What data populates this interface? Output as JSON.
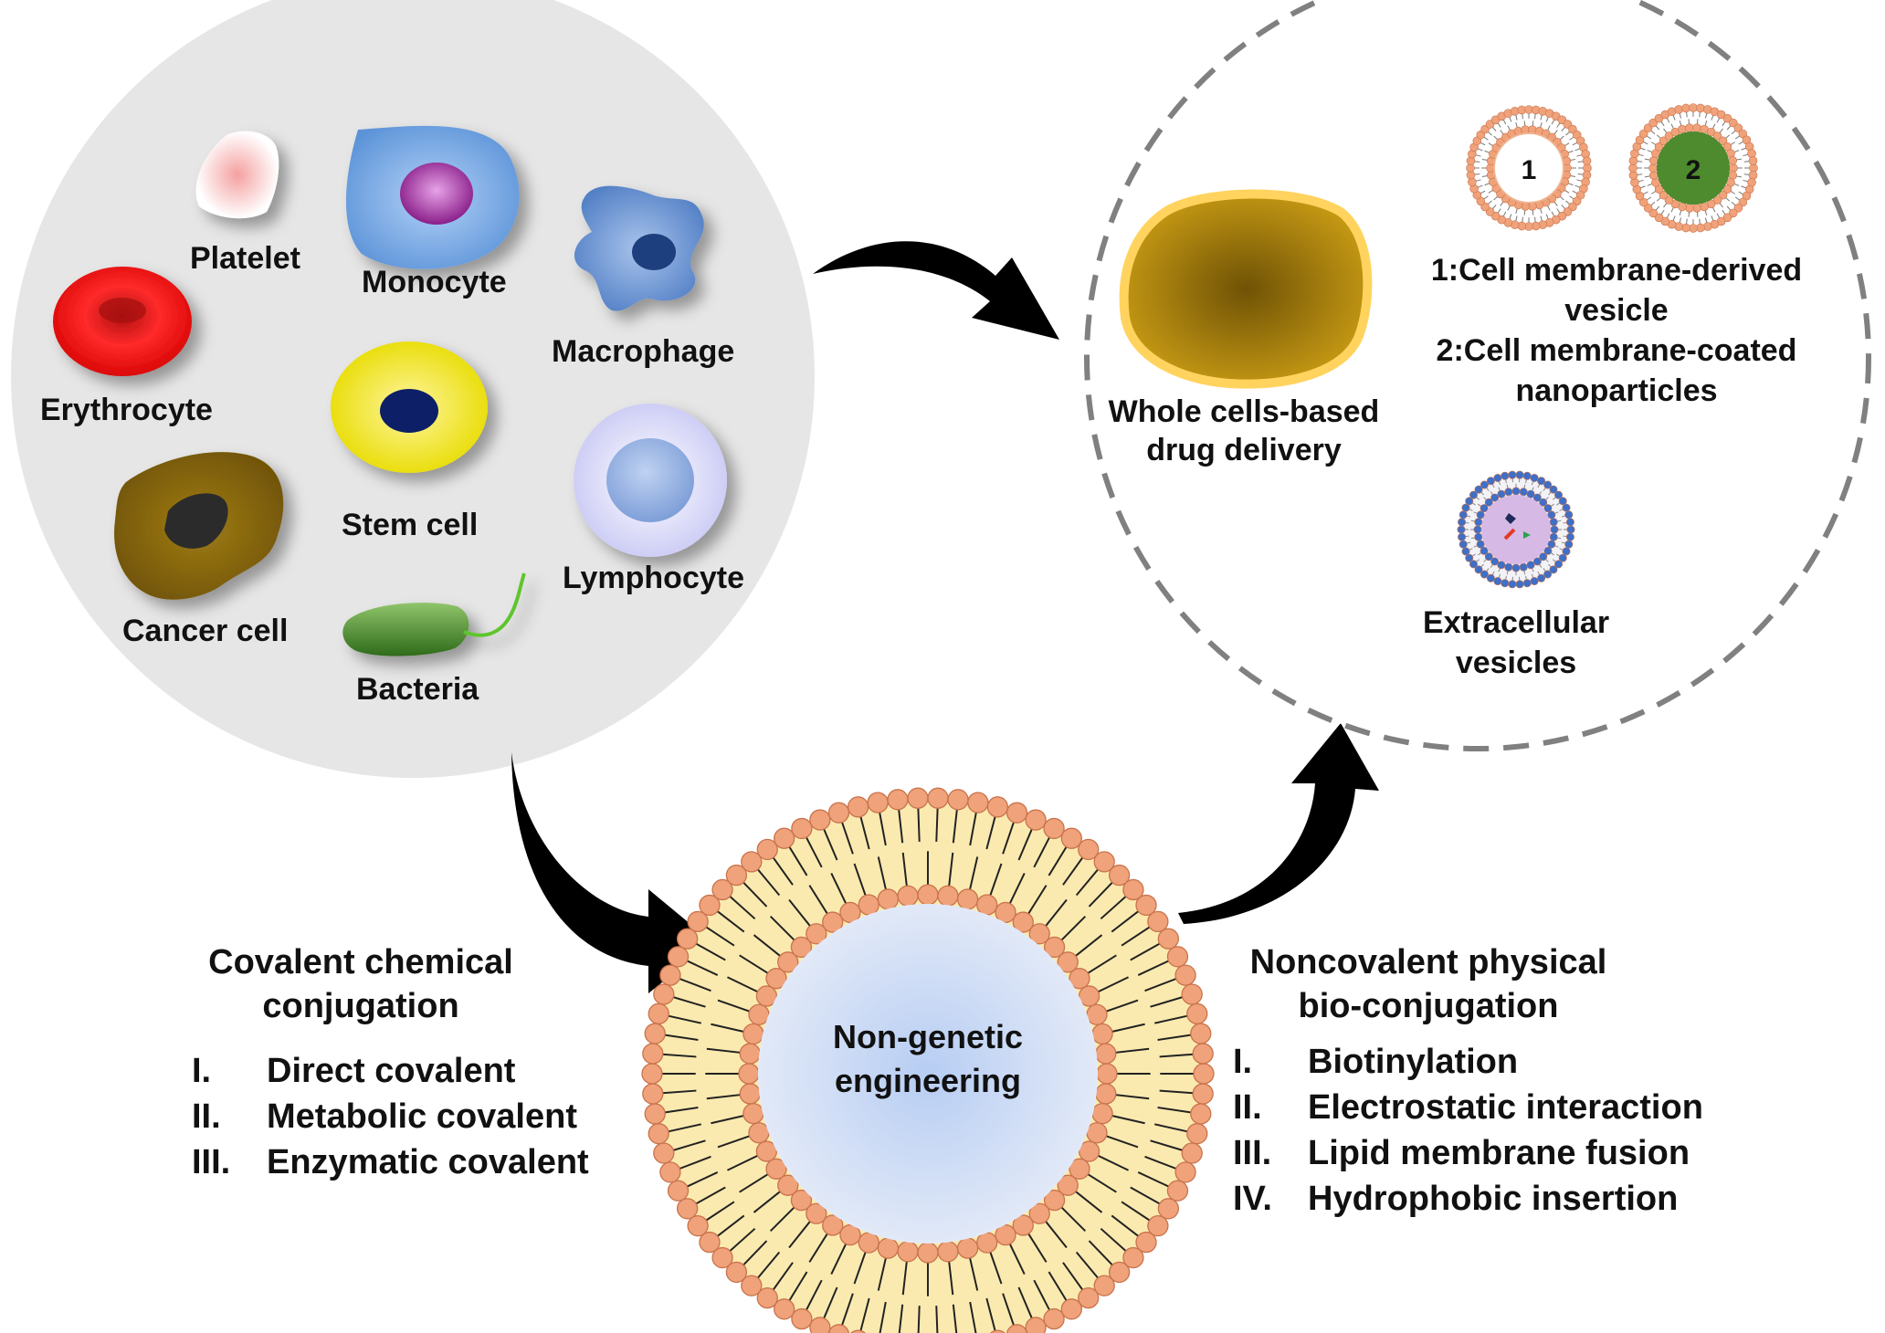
{
  "cells": {
    "platelet": "Platelet",
    "monocyte": "Monocyte",
    "macrophage": "Macrophage",
    "erythrocyte": "Erythrocyte",
    "stem_cell": "Stem cell",
    "lymphocyte": "Lymphocyte",
    "cancer_cell": "Cancer cell",
    "bacteria": "Bacteria"
  },
  "delivery": {
    "whole_cells": [
      "Whole cells-based",
      "drug delivery"
    ],
    "vesicle_1_number": "1",
    "vesicle_2_number": "2",
    "membrane_legend": [
      "1:Cell membrane-derived",
      "vesicle",
      "2:Cell membrane-coated",
      "nanoparticles"
    ],
    "extracellular": [
      "Extracellular",
      "vesicles"
    ]
  },
  "center_label": [
    "Non-genetic",
    "engineering"
  ],
  "covalent": {
    "title": [
      "Covalent chemical",
      "conjugation"
    ],
    "items": [
      {
        "num": "I.",
        "text": "Direct covalent"
      },
      {
        "num": "II.",
        "text": "Metabolic covalent"
      },
      {
        "num": "III.",
        "text": "Enzymatic covalent"
      }
    ]
  },
  "noncovalent": {
    "title": [
      "Noncovalent physical",
      "bio-conjugation"
    ],
    "items": [
      {
        "num": "I.",
        "text": "Biotinylation"
      },
      {
        "num": "II.",
        "text": "Electrostatic interaction"
      },
      {
        "num": "III.",
        "text": "Lipid membrane fusion"
      },
      {
        "num": "IV.",
        "text": "Hydrophobic insertion"
      }
    ]
  },
  "colors": {
    "panel_gray": "#e6e6e6",
    "arrow": "#000000",
    "membrane_yellow": "#fbeab0",
    "lipid_head": "#f0a27a",
    "core_blue": "#b9c9ee",
    "cancer_brown": "#8a6a0c",
    "vesicle_green": "#4e8a2e"
  }
}
